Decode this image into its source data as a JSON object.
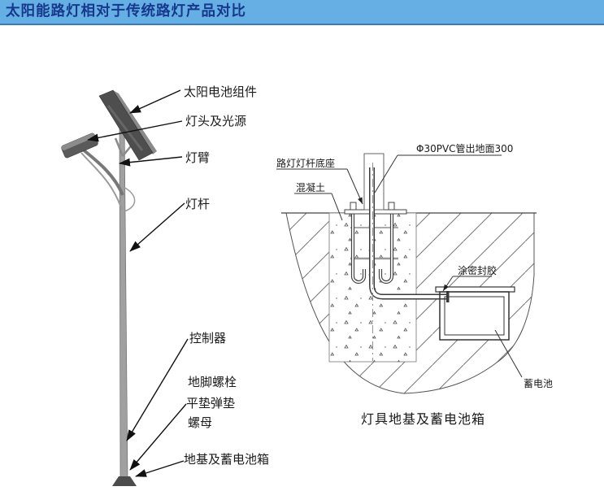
{
  "header": {
    "title": "太阳能路灯相对于传统路灯产品对比"
  },
  "colors": {
    "header_bg": "#65AFE4",
    "header_border": "#3E79B4",
    "header_text": "#17388C",
    "diagram_line": "#333333",
    "panel_dark": "#4E4E4E",
    "pole_gray": "#A0A0A0"
  },
  "pole_diagram": {
    "labels": {
      "solar_module": "太阳电池组件",
      "lamp_head": "灯头及光源",
      "lamp_arm": "灯臂",
      "lamp_pole": "灯杆",
      "controller": "控制器",
      "anchor_bolt": "地脚螺栓",
      "washers": "平垫弹垫",
      "nut": "螺母",
      "foundation_box": "地基及蓄电池箱"
    }
  },
  "foundation_diagram": {
    "labels": {
      "pvc_pipe": "Φ30PVC管出地面300",
      "pole_base": "路灯灯杆底座",
      "concrete": "混凝土",
      "sealant": "涂密封胶",
      "battery": "蓄电池"
    },
    "caption": "灯具地基及蓄电池箱"
  }
}
